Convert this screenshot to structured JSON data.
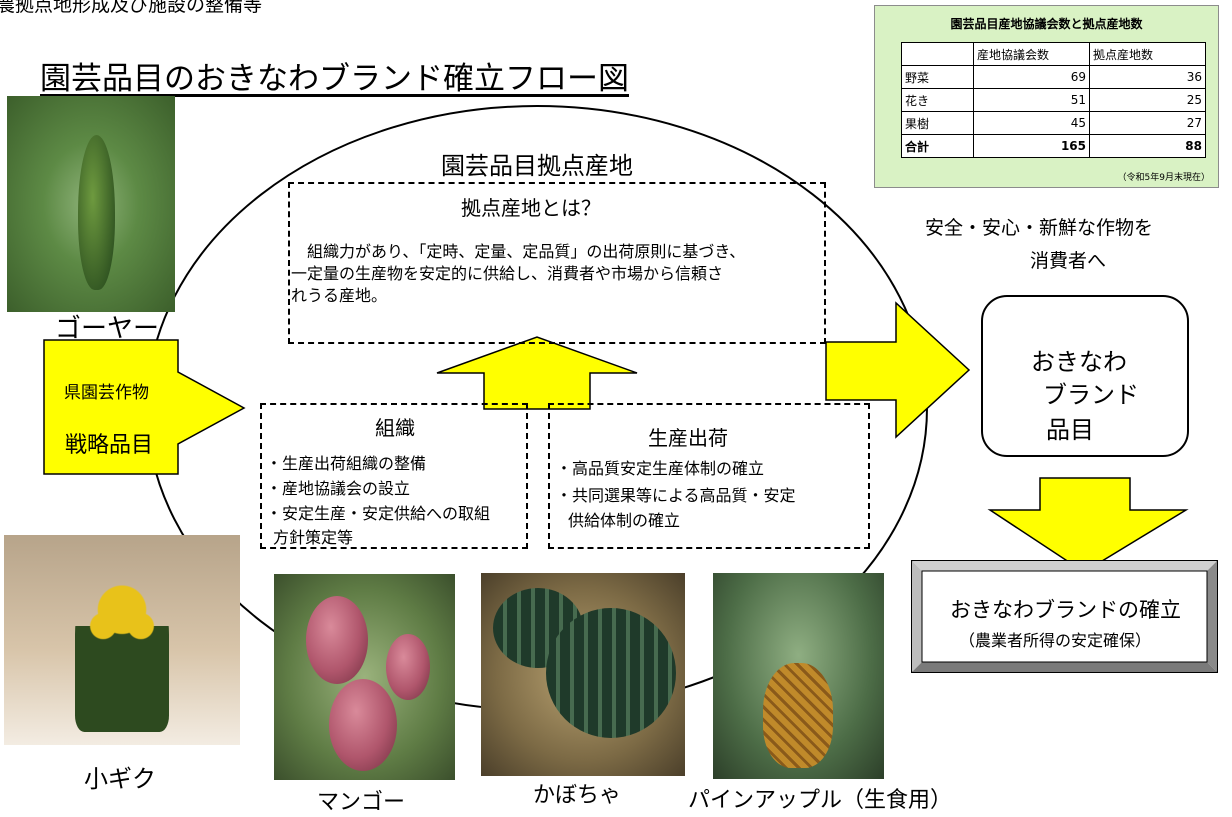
{
  "header_fragment": "農拠点地形成及び施設の整備等",
  "title": "園芸品目のおきなわブランド確立フロー図",
  "stats_table": {
    "title": "園芸品目産地協議会数と拠点産地数",
    "columns": [
      "",
      "産地協議会数",
      "拠点産地数"
    ],
    "rows": [
      {
        "label": "野菜",
        "kyogikai": 69,
        "kyoten": 36
      },
      {
        "label": "花き",
        "kyogikai": 51,
        "kyoten": 25
      },
      {
        "label": "果樹",
        "kyogikai": 45,
        "kyoten": 27
      }
    ],
    "total": {
      "label": "合計",
      "kyogikai": 165,
      "kyoten": 88
    },
    "note": "（令和5年9月末現在）"
  },
  "ellipse_title": "園芸品目拠点産地",
  "definition": {
    "heading": "拠点産地とは？",
    "lines": [
      "組織力があり、「定時、定量、定品質」の出荷原則に基づき、",
      "一定量の生産物を安定的に供給し、消費者や市場から信頼さ",
      "れうる産地。"
    ]
  },
  "organization": {
    "heading": "組織",
    "lines": [
      "・生産出荷組織の整備",
      "・産地協議会の設立",
      "・安定生産・安定供給への取組",
      "方針策定等"
    ]
  },
  "shipping": {
    "heading": "生産出荷",
    "lines": [
      "・高品質安定生産体制の確立",
      "・共同選果等による高品質・安定",
      "供給体制の確立"
    ]
  },
  "strategy": {
    "line1": "県園芸作物",
    "line2": "戦略品目"
  },
  "consumer_text": {
    "line1": "安全・安心・新鮮な作物を",
    "line2": "消費者へ"
  },
  "brand_item": {
    "lines": [
      "おきなわ",
      "ブランド",
      "品目"
    ]
  },
  "establish": {
    "line1": "おきなわブランドの確立",
    "line2": "（農業者所得の安定確保）"
  },
  "crops": {
    "goya": "ゴーヤー",
    "kogiku": "小ギク",
    "mango": "マンゴー",
    "kabocha": "かぼちゃ",
    "pine": "パインアップル（生食用）"
  },
  "colors": {
    "arrow_fill": "#ffff00",
    "table_bg": "#d9f2c4"
  }
}
